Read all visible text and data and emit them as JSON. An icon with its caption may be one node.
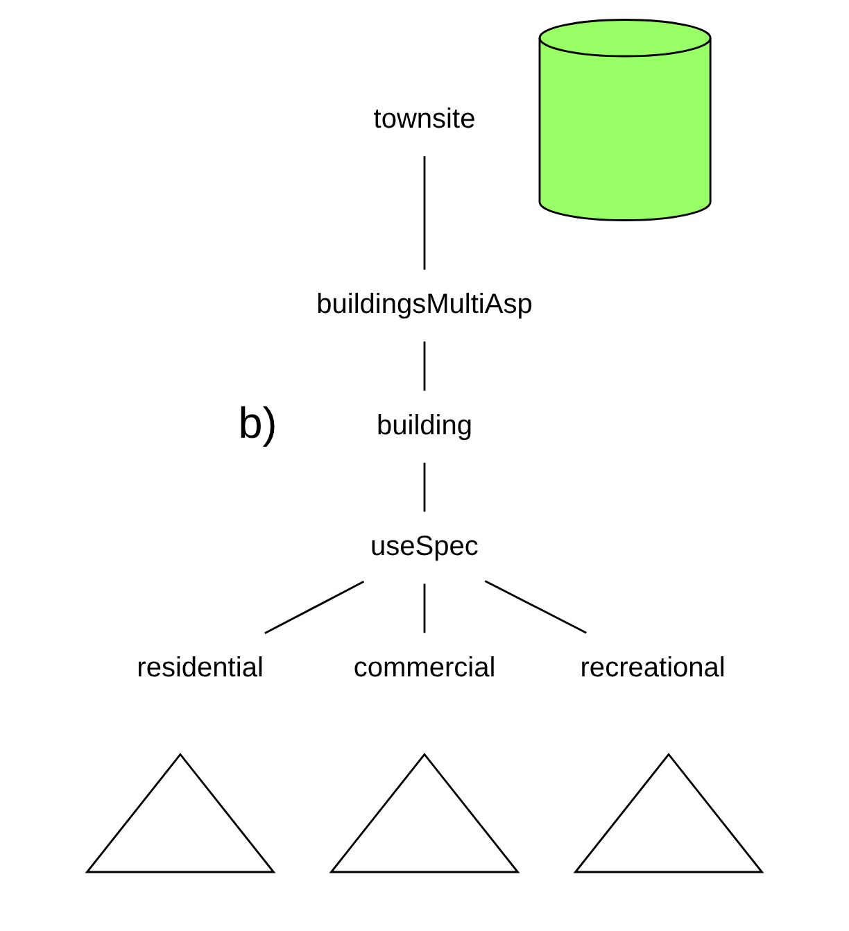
{
  "diagram": {
    "nodes": [
      {
        "text": [
          "townsite"
        ]
      },
      {
        "text": [
          "buildingsMultiAsp"
        ]
      },
      {
        "text": [
          "building"
        ]
      },
      {
        "text": [
          "useSpec"
        ]
      },
      {
        "text": [
          "residential"
        ]
      },
      {
        "text": [
          "commercial"
        ]
      },
      {
        "text": [
          "recreational"
        ]
      },
      {
        "text": [],
        "shape": "triangle"
      },
      {
        "text": [],
        "shape": "triangle"
      },
      {
        "text": [],
        "shape": "triangle"
      },
      {
        "text": [],
        "shape": "cylinder"
      }
    ],
    "edges": [
      {
        "from": 0,
        "to": 1,
        "arrow": "none"
      },
      {
        "from": 1,
        "to": 2,
        "arrow": "none"
      },
      {
        "from": 2,
        "to": 3,
        "arrow": "none"
      },
      {
        "from": 3,
        "to": 4,
        "arrow": "none"
      },
      {
        "from": 3,
        "to": 5,
        "arrow": "none"
      },
      {
        "from": 3,
        "to": 6,
        "arrow": "none"
      }
    ],
    "labels": [
      "b)"
    ]
  }
}
